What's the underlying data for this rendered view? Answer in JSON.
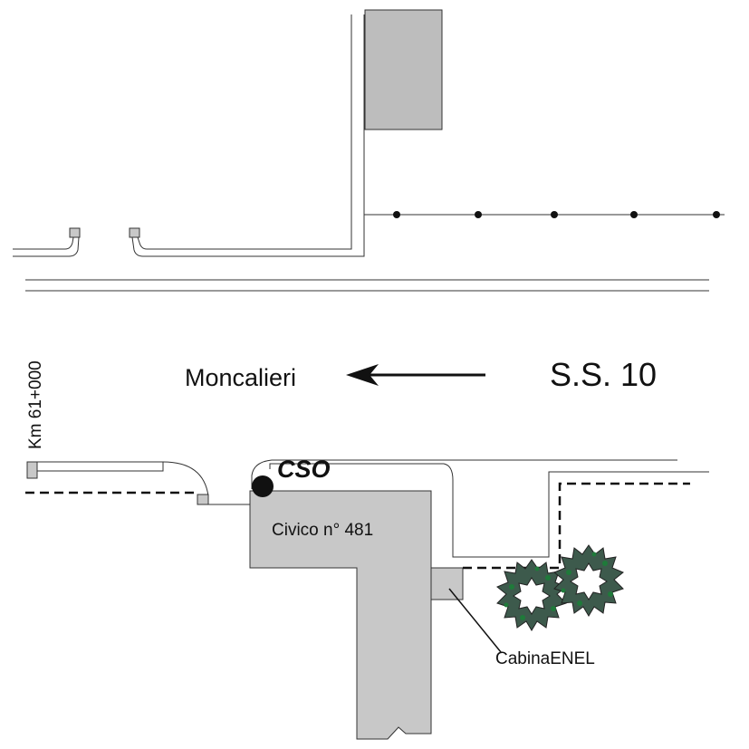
{
  "labels": {
    "road": "S.S. 10",
    "direction": "Moncalieri",
    "km_marker": "Km 61+000",
    "site_code": "CSO",
    "building": "Civico n° 481",
    "cabin": "CabinaENEL"
  },
  "colors": {
    "line": "#333333",
    "building_fill": "#c8c8c8",
    "building_top_fill": "#bdbdbd",
    "tree_dark": "#3d5a4c",
    "tree_green": "#1f7a3a"
  },
  "icons": {
    "arrow": "arrow-left-icon",
    "site_marker": "filled-circle-icon",
    "tree": "shrub-icon",
    "pole": "dot-icon"
  }
}
